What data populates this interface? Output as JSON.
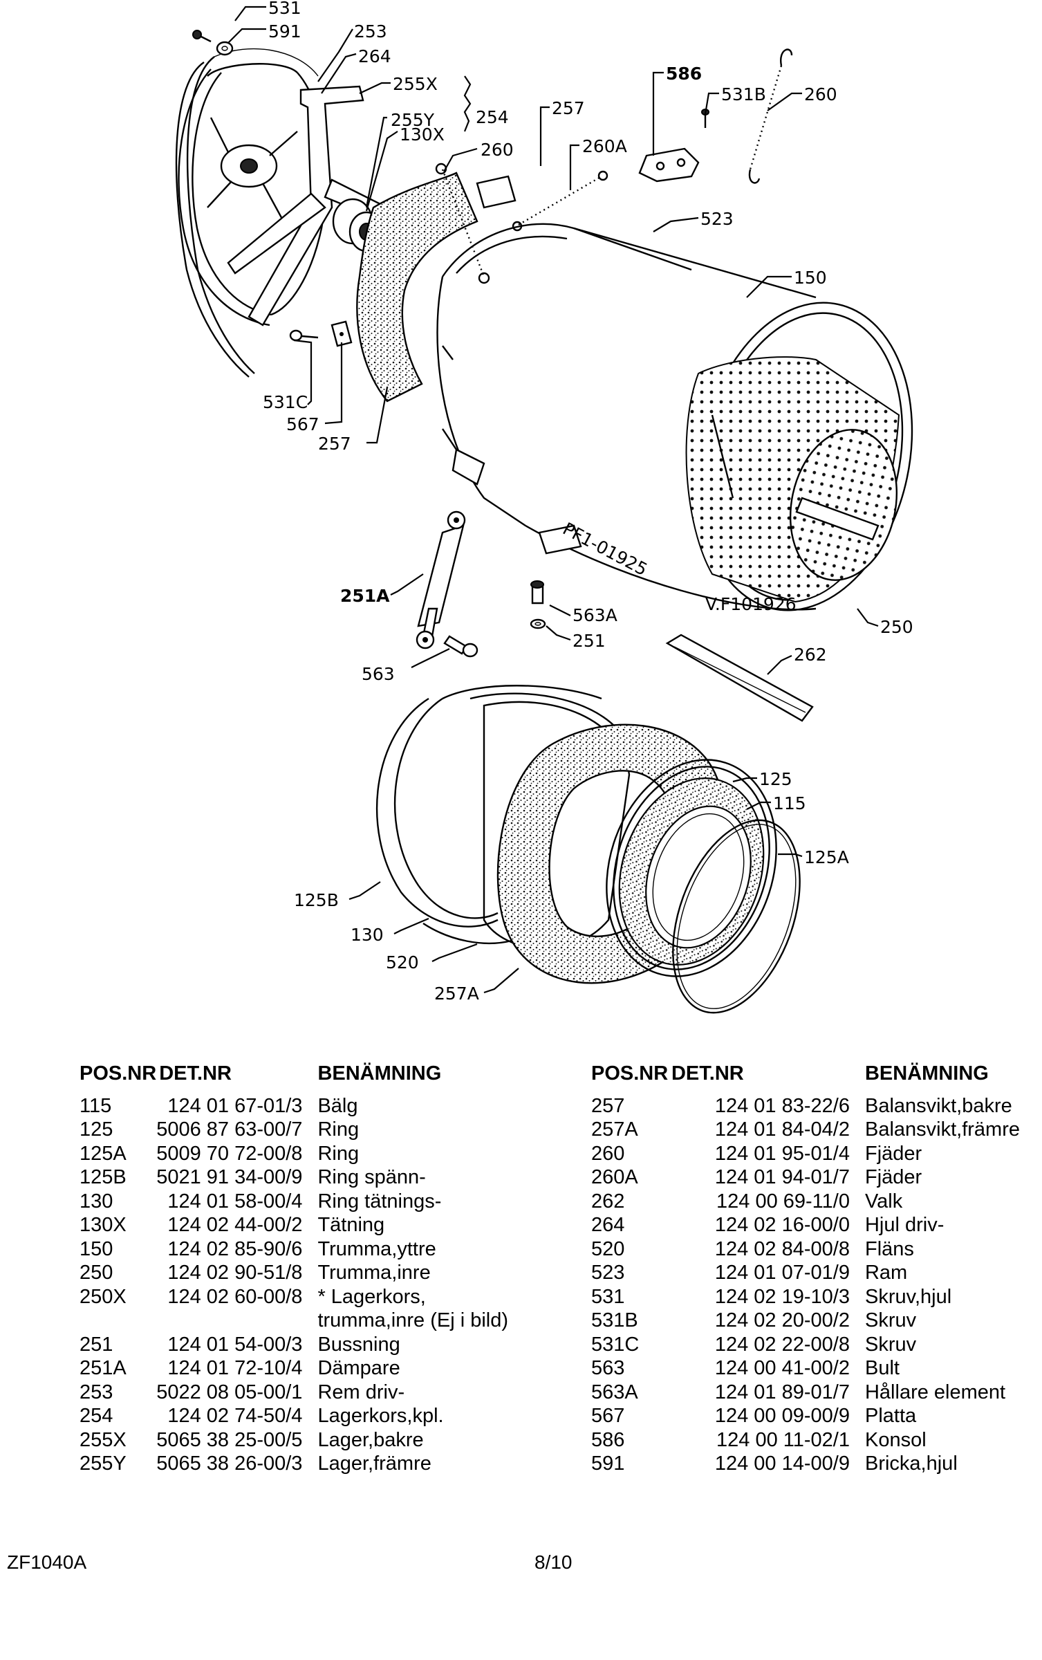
{
  "diagram": {
    "image_code": "V.F101926",
    "drum_marking": "PF1-01925",
    "labels": [
      "531",
      "591",
      "253",
      "264",
      "255X",
      "255Y",
      "130X",
      "254",
      "257",
      "260",
      "260A",
      "586",
      "531B",
      "260",
      "523",
      "150",
      "531C",
      "567",
      "257",
      "251A",
      "563A",
      "251",
      "250",
      "262",
      "563",
      "125",
      "115",
      "125A",
      "125B",
      "130",
      "520",
      "257A"
    ]
  },
  "table": {
    "headers": {
      "pos": "POS.NR",
      "det": "DET.NR",
      "name": "BENÄMNING"
    },
    "left_rows": [
      {
        "pos": "115",
        "det": "124 01 67-01/3",
        "name": "Bälg"
      },
      {
        "pos": "125",
        "det": "5006 87 63-00/7",
        "name": "Ring"
      },
      {
        "pos": "125A",
        "det": "5009 70 72-00/8",
        "name": "Ring"
      },
      {
        "pos": "125B",
        "det": "5021 91 34-00/9",
        "name": "Ring spänn-"
      },
      {
        "pos": "130",
        "det": "124 01 58-00/4",
        "name": "Ring tätnings-"
      },
      {
        "pos": "130X",
        "det": "124 02 44-00/2",
        "name": "Tätning"
      },
      {
        "pos": "150",
        "det": "124 02 85-90/6",
        "name": "Trumma,yttre"
      },
      {
        "pos": "250",
        "det": "124 02 90-51/8",
        "name": "Trumma,inre"
      },
      {
        "pos": "250X",
        "det": "124 02 60-00/8",
        "name": "* Lagerkors,"
      },
      {
        "pos": "",
        "det": "",
        "name": "trumma,inre (Ej i bild)"
      },
      {
        "pos": "251",
        "det": "124 01 54-00/3",
        "name": "Bussning"
      },
      {
        "pos": "251A",
        "det": "124 01 72-10/4",
        "name": "Dämpare"
      },
      {
        "pos": "253",
        "det": "5022 08 05-00/1",
        "name": "Rem driv-"
      },
      {
        "pos": "254",
        "det": "124 02 74-50/4",
        "name": "Lagerkors,kpl."
      },
      {
        "pos": "255X",
        "det": "5065 38 25-00/5",
        "name": "Lager,bakre"
      },
      {
        "pos": "255Y",
        "det": "5065 38 26-00/3",
        "name": "Lager,främre"
      }
    ],
    "right_rows": [
      {
        "pos": "257",
        "det": "124 01 83-22/6",
        "name": "Balansvikt,bakre"
      },
      {
        "pos": "257A",
        "det": "124 01 84-04/2",
        "name": "Balansvikt,främre"
      },
      {
        "pos": "260",
        "det": "124 01 95-01/4",
        "name": "Fjäder"
      },
      {
        "pos": "260A",
        "det": "124 01 94-01/7",
        "name": "Fjäder"
      },
      {
        "pos": "262",
        "det": "124 00 69-11/0",
        "name": "Valk"
      },
      {
        "pos": "264",
        "det": "124 02 16-00/0",
        "name": "Hjul driv-"
      },
      {
        "pos": "520",
        "det": "124 02 84-00/8",
        "name": "Fläns"
      },
      {
        "pos": "523",
        "det": "124 01 07-01/9",
        "name": "Ram"
      },
      {
        "pos": "531",
        "det": "124 02 19-10/3",
        "name": "Skruv,hjul"
      },
      {
        "pos": "531B",
        "det": "124 02 20-00/2",
        "name": "Skruv"
      },
      {
        "pos": "531C",
        "det": "124 02 22-00/8",
        "name": "Skruv"
      },
      {
        "pos": "563",
        "det": "124 00 41-00/2",
        "name": "Bult"
      },
      {
        "pos": "563A",
        "det": "124 01 89-01/7",
        "name": "Hållare element"
      },
      {
        "pos": "567",
        "det": "124 00 09-00/9",
        "name": "Platta"
      },
      {
        "pos": "586",
        "det": "124 00 11-02/1",
        "name": "Konsol"
      },
      {
        "pos": "591",
        "det": "124 00 14-00/9",
        "name": "Bricka,hjul"
      }
    ]
  },
  "footer": {
    "model": "ZF1040A",
    "page": "8/10"
  }
}
